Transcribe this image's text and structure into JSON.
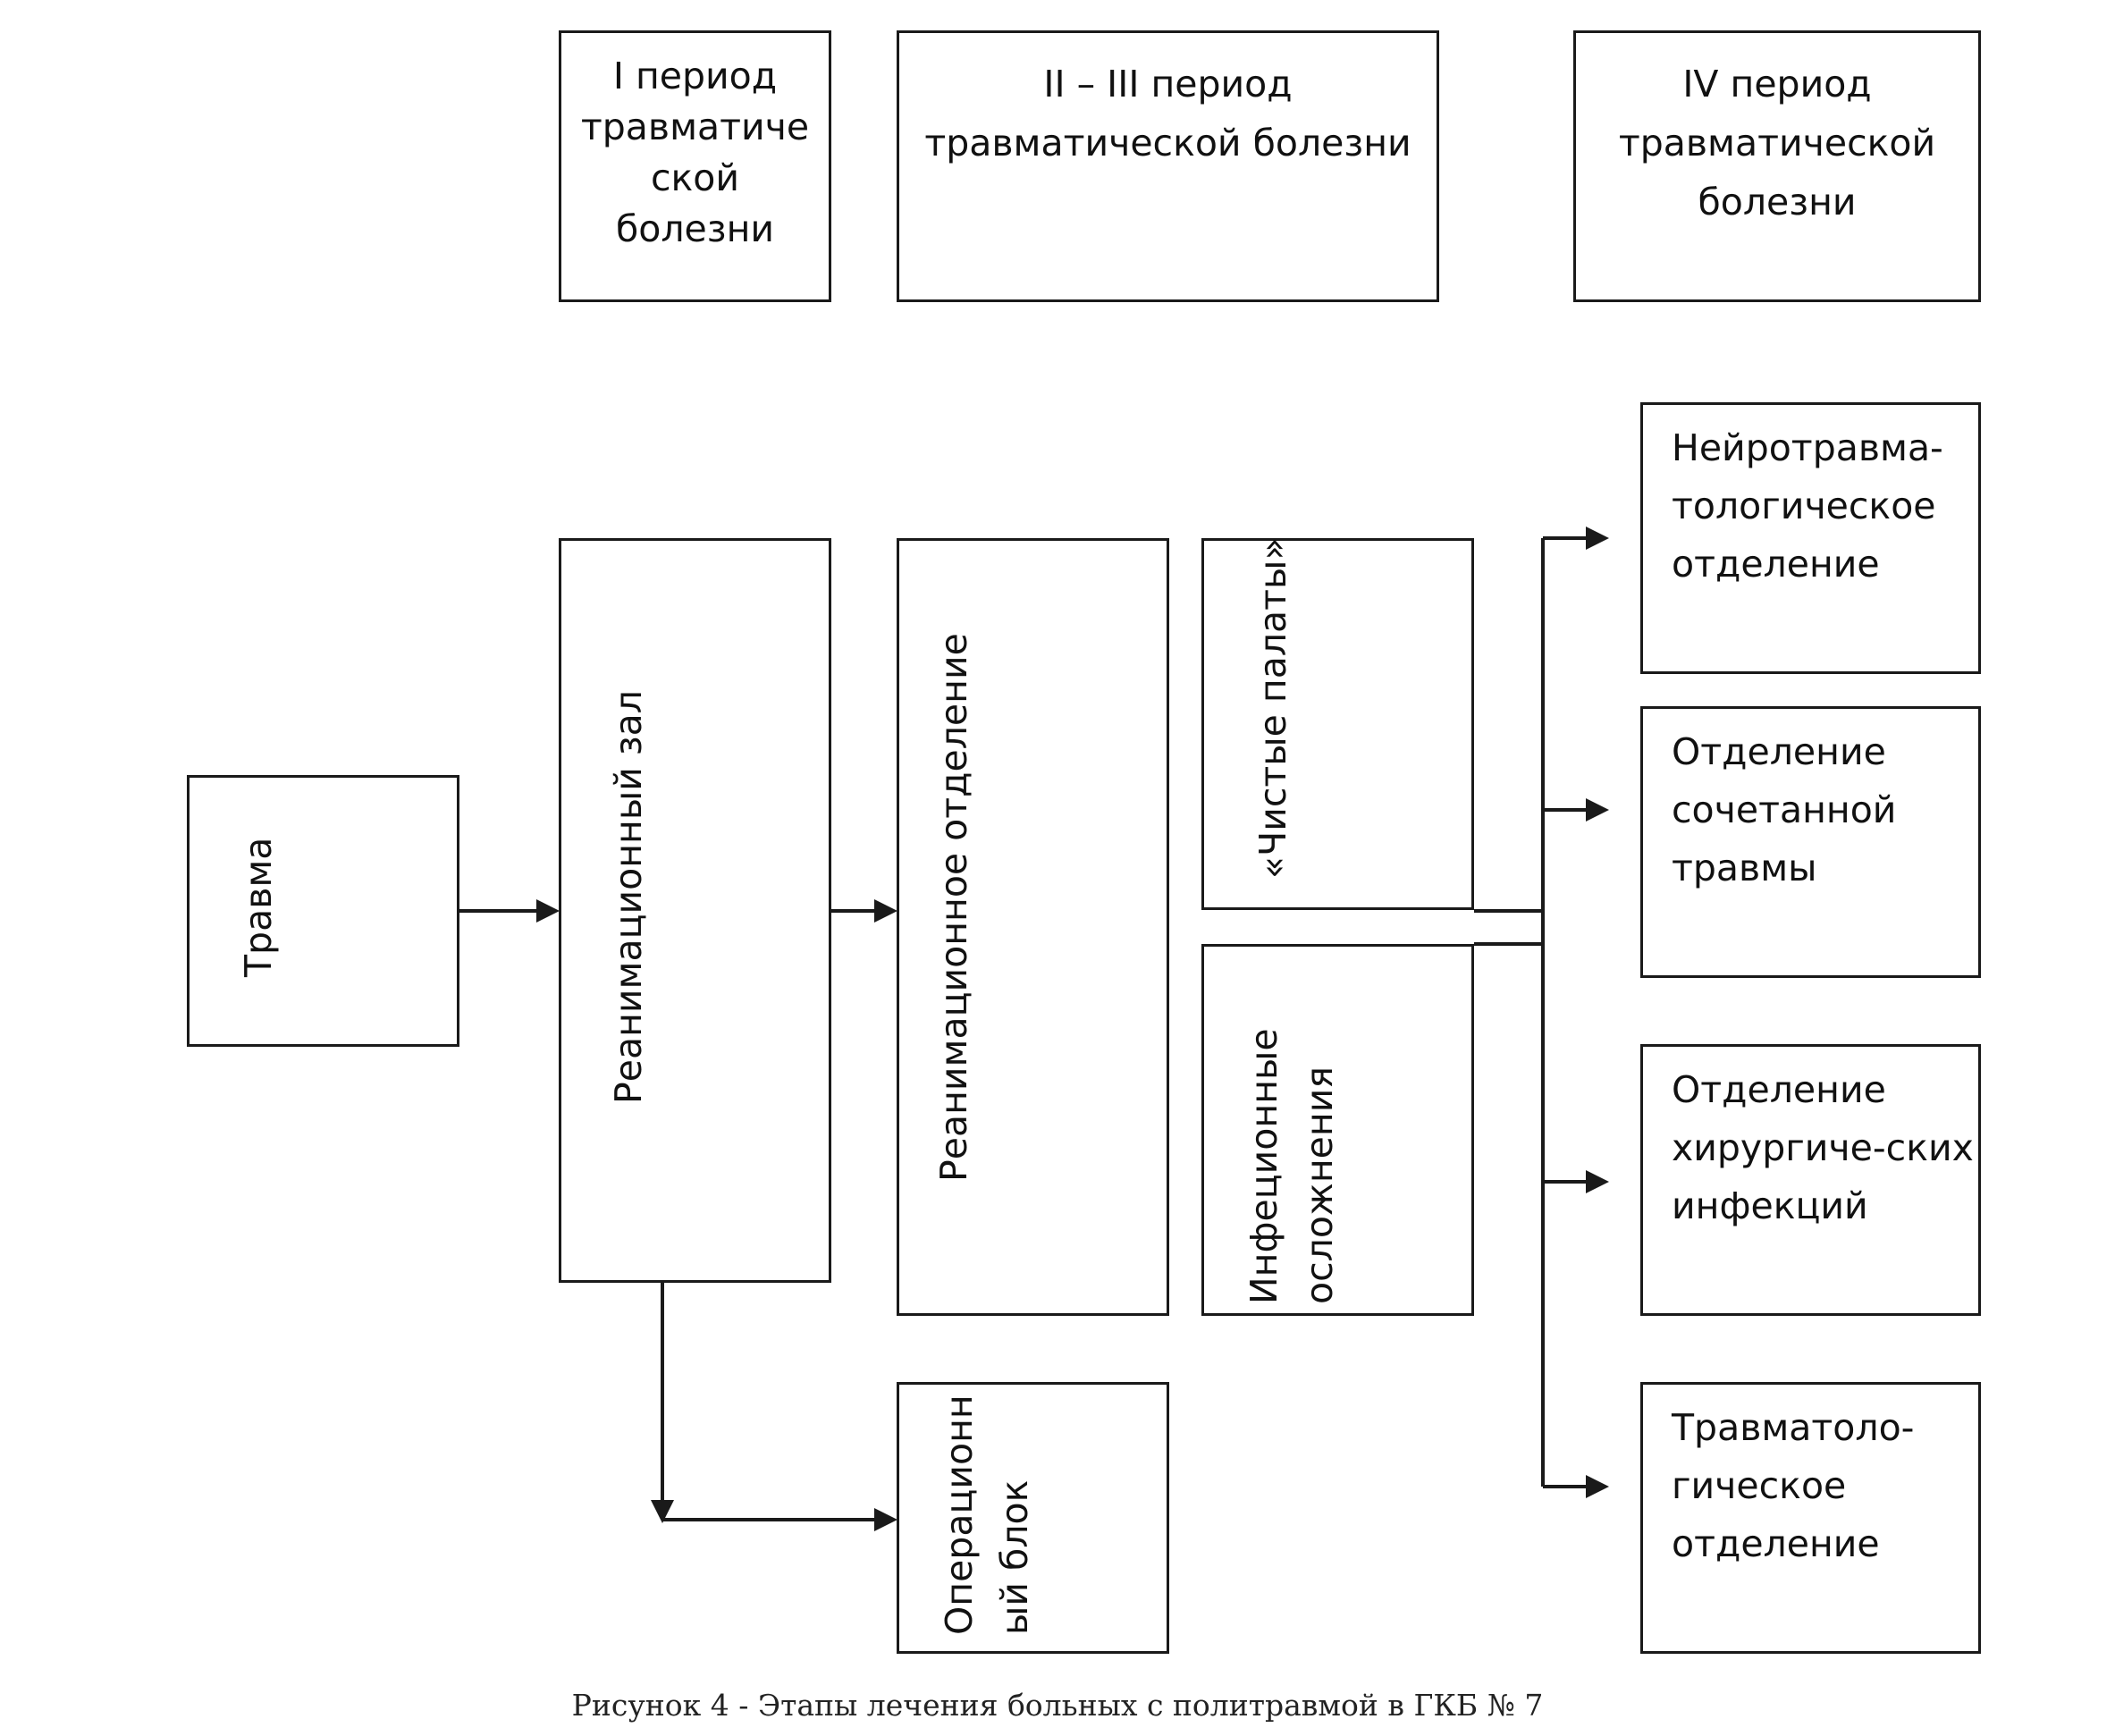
{
  "periods": {
    "p1": [
      "I период",
      "травматиче",
      "ской",
      "болезни"
    ],
    "p23": [
      "II – III период",
      "травматической болезни"
    ],
    "p4": [
      "IV период",
      "травматической",
      "болезни"
    ]
  },
  "nodes": {
    "trauma": "Травма",
    "resus_hall": "Реанимационный зал",
    "icu": "Реанимационное отделение",
    "clean_wards": "«Чистые палаты»",
    "infections": [
      "Инфеционные",
      "осложнения"
    ],
    "operating": [
      "Операционн",
      "ый блок"
    ],
    "neuro": [
      "Нейротравма-",
      "тологическое",
      "отделение"
    ],
    "combined": [
      "Отделение",
      "сочетанной",
      "травмы"
    ],
    "surgical_inf": [
      "Отделение",
      "хирургиче-ских",
      "инфекций"
    ],
    "traumatology": [
      "Травматоло-",
      "гическое",
      "отделение"
    ]
  },
  "caption": "Рисунок 4 - Этапы лечения больных с политравмой в ГКБ № 7"
}
